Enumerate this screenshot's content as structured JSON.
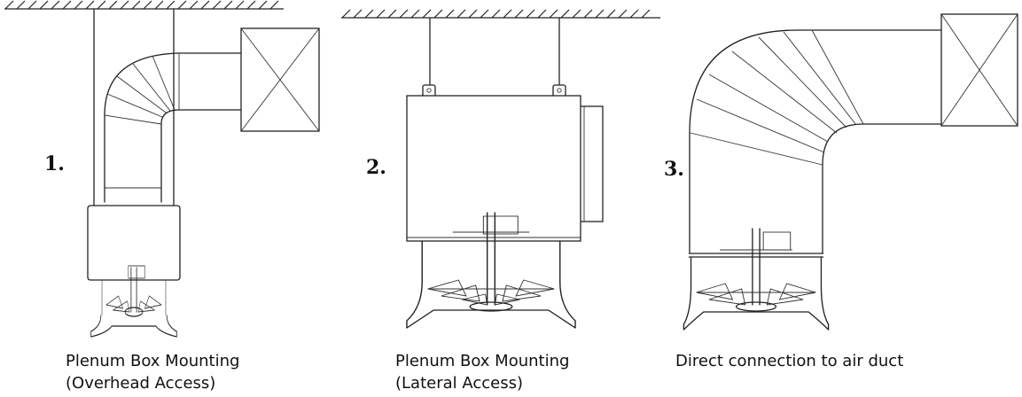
{
  "diagrams": [
    {
      "number": "1.",
      "caption_line1": "Plenum Box Mounting",
      "caption_line2": "(Overhead Access)"
    },
    {
      "number": "2.",
      "caption_line1": "Plenum Box Mounting",
      "caption_line2": "(Lateral Access)"
    },
    {
      "number": "3.",
      "caption_line1": "Direct connection to air duct",
      "caption_line2": ""
    }
  ],
  "colors": {
    "line": "#222222",
    "background": "#ffffff"
  }
}
